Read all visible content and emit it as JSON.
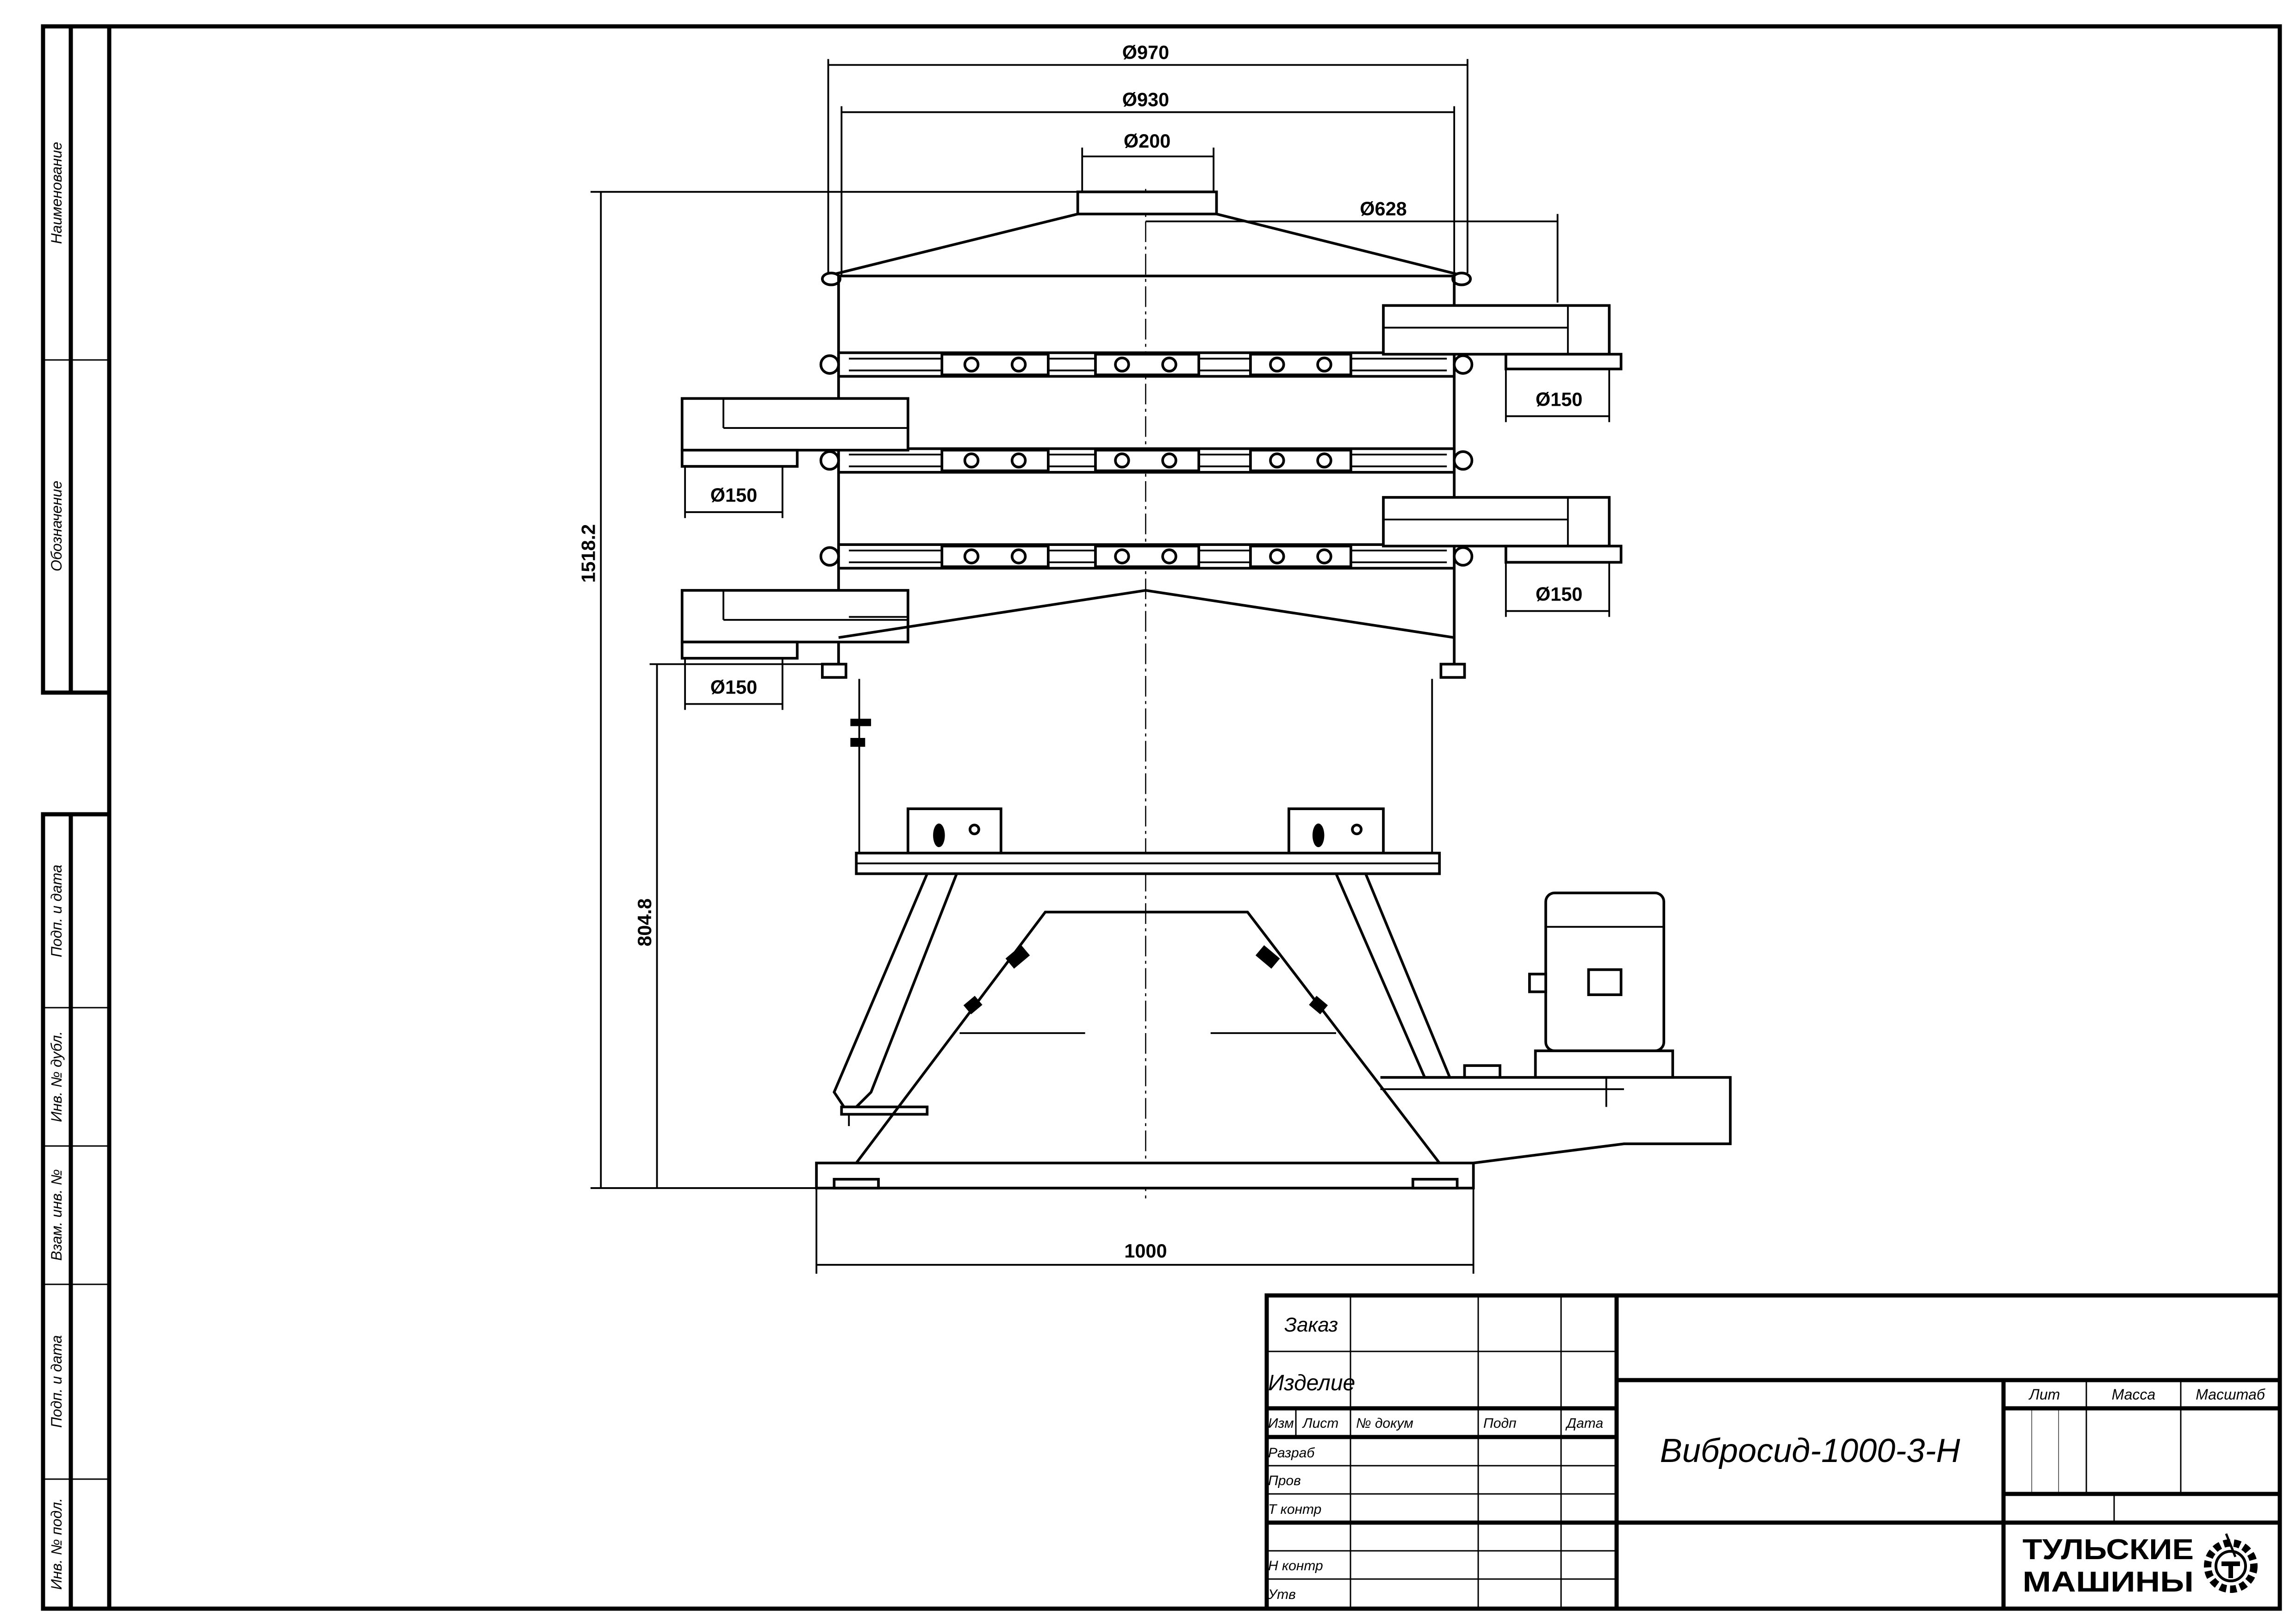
{
  "sidebar": {
    "labels": [
      "Наименование",
      "Обозначение",
      "Подп. и дата",
      "Инв. № дубл.",
      "Взам. инв. №",
      "Подп. и дата",
      "Инв. № подл."
    ]
  },
  "dimensions": {
    "d970": "Ø970",
    "d930": "Ø930",
    "d200": "Ø200",
    "d628": "Ø628",
    "outlet_right_upper": "Ø150",
    "outlet_left_middle": "Ø150",
    "outlet_right_lower": "Ø150",
    "outlet_left_lower": "Ø150",
    "height_total": "1518.2",
    "height_base": "804.8",
    "base_width": "1000"
  },
  "title_block": {
    "order": "Заказ",
    "product": "Изделие",
    "columns": [
      "Изм",
      "Лист",
      "№ докум",
      "Подп",
      "Дата"
    ],
    "roles": [
      "Разраб",
      "Пров",
      "Т контр",
      "Н контр",
      "Утв"
    ],
    "lit": "Лит",
    "mass": "Масса",
    "scale": "Масштаб",
    "name": "Вибросид-1000-3-Н",
    "logo_line1": "ТУЛЬСКИЕ",
    "logo_line2": "МАШИНЫ"
  }
}
